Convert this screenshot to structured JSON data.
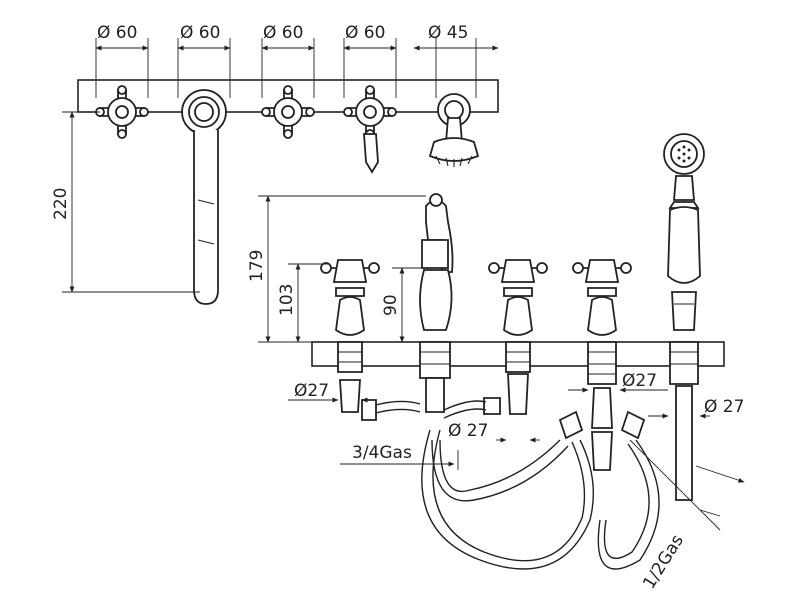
{
  "colors": {
    "ink": "#222222",
    "background": "#ffffff"
  },
  "dimensions": {
    "top_diam_1": "Ø 60",
    "top_diam_2": "Ø 60",
    "top_diam_3": "Ø 60",
    "top_diam_4": "Ø 60",
    "top_diam_5": "Ø 45",
    "height_220": "220",
    "height_179": "179",
    "height_103": "103",
    "height_90": "90",
    "diam_27_left": "Ø27",
    "diam_27_center": "Ø 27",
    "diam_27_mid": "Ø27",
    "diam_27_right": "Ø 27",
    "thread_34": "3/4Gas",
    "thread_12": "1/2Gas"
  }
}
